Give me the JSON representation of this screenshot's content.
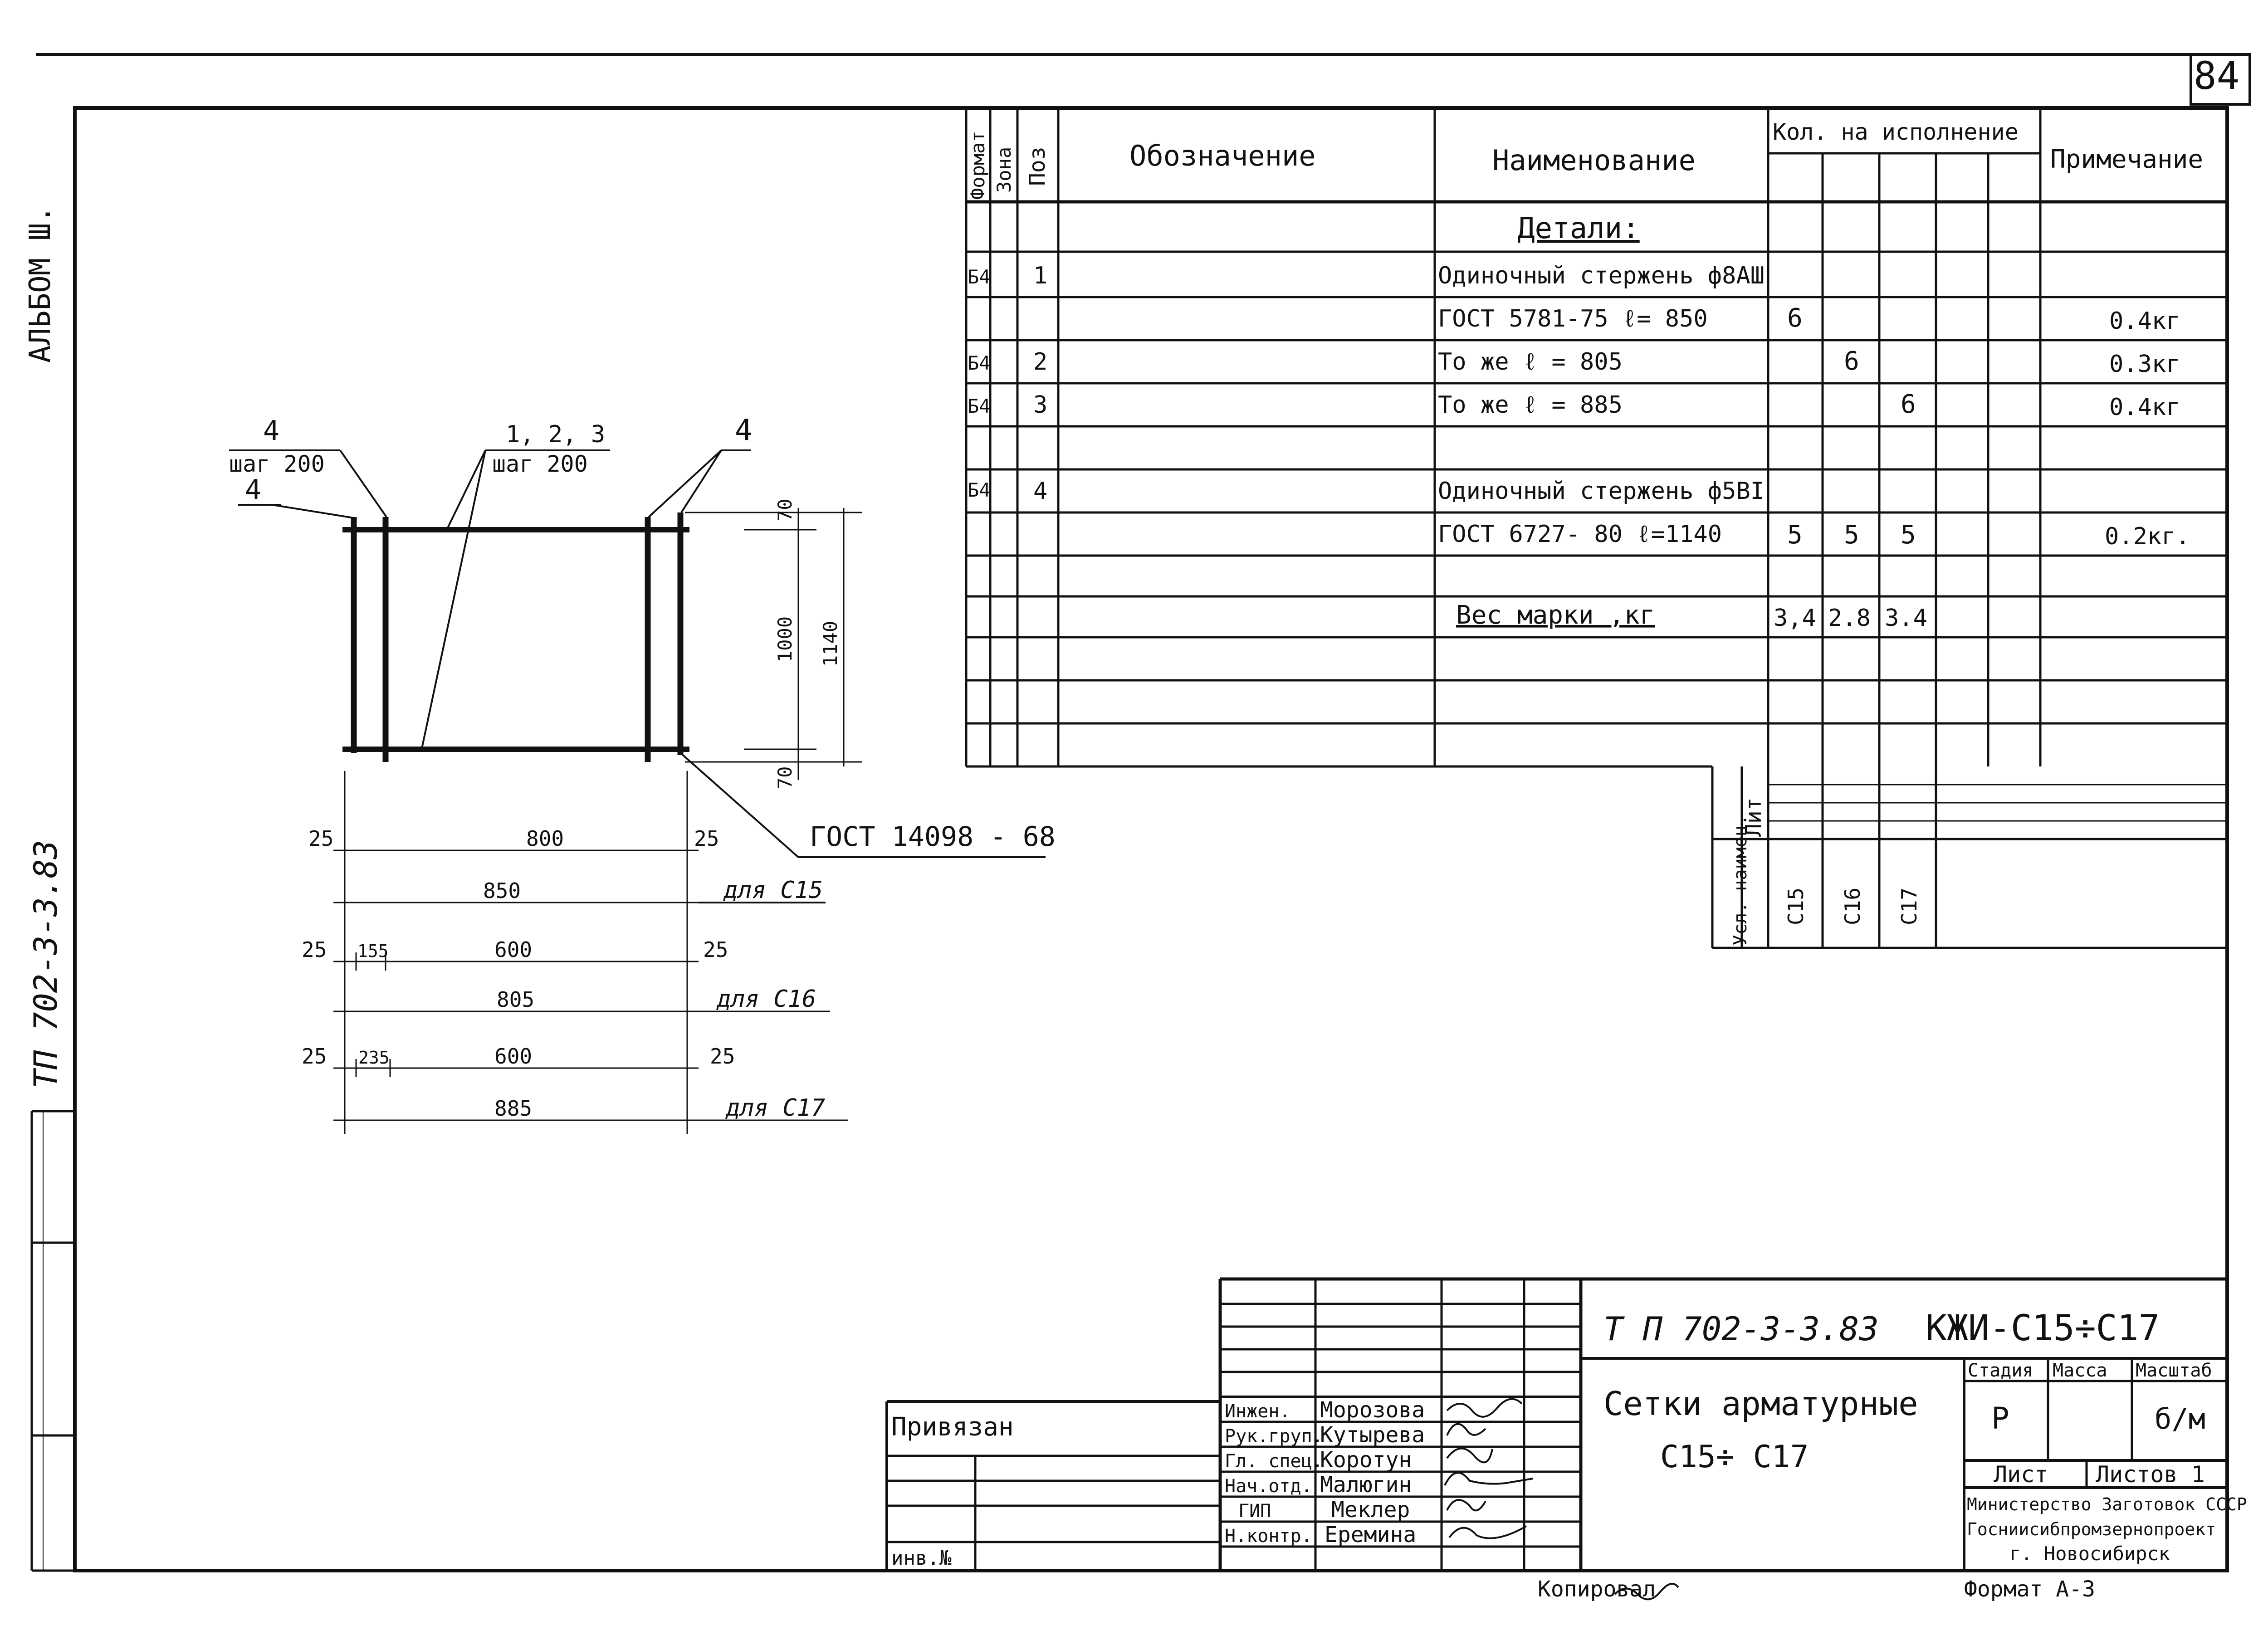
{
  "sheet_number": "84",
  "margin": {
    "album": "АЛЬБОМ Ш.",
    "project": "ТП 702-3-3.83"
  },
  "spec": {
    "headers": {
      "format": "Формат",
      "zone": "Зона",
      "pos": "Поз",
      "designation": "Обозначение",
      "name": "Наименование",
      "qty": "Кол. на исполнение",
      "note": "Примечание"
    },
    "section": "Детали:",
    "rows": [
      {
        "format": "Б4",
        "pos": "1",
        "name": "Одиночный стержень ф8АШ",
        "q1": "",
        "q2": "",
        "q3": "",
        "note": ""
      },
      {
        "format": "",
        "pos": "",
        "name": "ГОСТ 5781-75  ℓ= 850",
        "q1": "6",
        "q2": "",
        "q3": "",
        "note": "0.4кг"
      },
      {
        "format": "Б4",
        "pos": "2",
        "name": "То же        ℓ = 805",
        "q1": "",
        "q2": "6",
        "q3": "",
        "note": "0.3кг"
      },
      {
        "format": "Б4",
        "pos": "3",
        "name": "То же        ℓ = 885",
        "q1": "",
        "q2": "",
        "q3": "6",
        "note": "0.4кг"
      },
      {
        "format": "",
        "pos": "",
        "name": "",
        "q1": "",
        "q2": "",
        "q3": "",
        "note": ""
      },
      {
        "format": "Б4",
        "pos": "4",
        "name": "Одиночный стержень ф5ВI",
        "q1": "",
        "q2": "",
        "q3": "",
        "note": ""
      },
      {
        "format": "",
        "pos": "",
        "name": "ГОСТ 6727- 80   ℓ=1140",
        "q1": "5",
        "q2": "5",
        "q3": "5",
        "note": "0.2кг."
      },
      {
        "format": "",
        "pos": "",
        "name": "",
        "q1": "",
        "q2": "",
        "q3": "",
        "note": ""
      },
      {
        "format": "",
        "pos": "",
        "name": "Вес марки ,кг",
        "q1": "3,4",
        "q2": "2.8",
        "q3": "3.4",
        "note": ""
      }
    ],
    "variants_table": {
      "lit_label": "Лит",
      "name_label": "Усл. наимен.",
      "variants": [
        "С15",
        "С16",
        "С17"
      ]
    }
  },
  "drawing": {
    "label_left_top": "4",
    "label_step_left": "шаг 200",
    "label_left_mid": "4",
    "label_center_top": "1, 2, 3",
    "label_step_center": "шаг 200",
    "label_right_top": "4",
    "dim_top_70": "70",
    "dim_1000": "1000",
    "dim_1140": "1140",
    "dim_bottom_70": "70",
    "gost_weld": "ГОСТ  14098 - 68",
    "dims_c15": {
      "left": "25",
      "mid": "800",
      "right": "25",
      "total": "850",
      "label": "для С15"
    },
    "dims_c16": {
      "left": "25",
      "step": "155",
      "mid": "600",
      "right": "25",
      "total": "805",
      "label": "для С16"
    },
    "dims_c17": {
      "left": "25",
      "step": "235",
      "mid": "600",
      "right": "25",
      "total": "885",
      "label": "для С17"
    }
  },
  "title_block": {
    "code": "Т П  702-3-3.83",
    "mark": "КЖИ-С15÷С17",
    "title_line1": "Сетки арматурные",
    "title_line2": "С15÷ С17",
    "stage_label": "Стадия",
    "mass_label": "Масса",
    "scale_label": "Масштаб",
    "stage": "Р",
    "scale": "б/м",
    "sheet_label": "Лист",
    "sheets_label": "Листов 1",
    "org_line1": "Министерство Заготовок СССР",
    "org_line2": "Госниисибпромзернопроект",
    "org_line3": "г. Новосибирск",
    "linked": "Привязан",
    "inv": "инв.№",
    "copied": "Копировал",
    "format": "Формат А-3",
    "signers": [
      {
        "role": "Инжен.",
        "name": "Морозова"
      },
      {
        "role": "Рук.груп.",
        "name": "Кутырева"
      },
      {
        "role": "Гл. спец.",
        "name": "Коротун"
      },
      {
        "role": "Нач.отд.",
        "name": "Малюгин"
      },
      {
        "role": "ГИП",
        "name": "Меклер"
      },
      {
        "role": "Н.контр.",
        "name": "Еремина"
      }
    ]
  }
}
